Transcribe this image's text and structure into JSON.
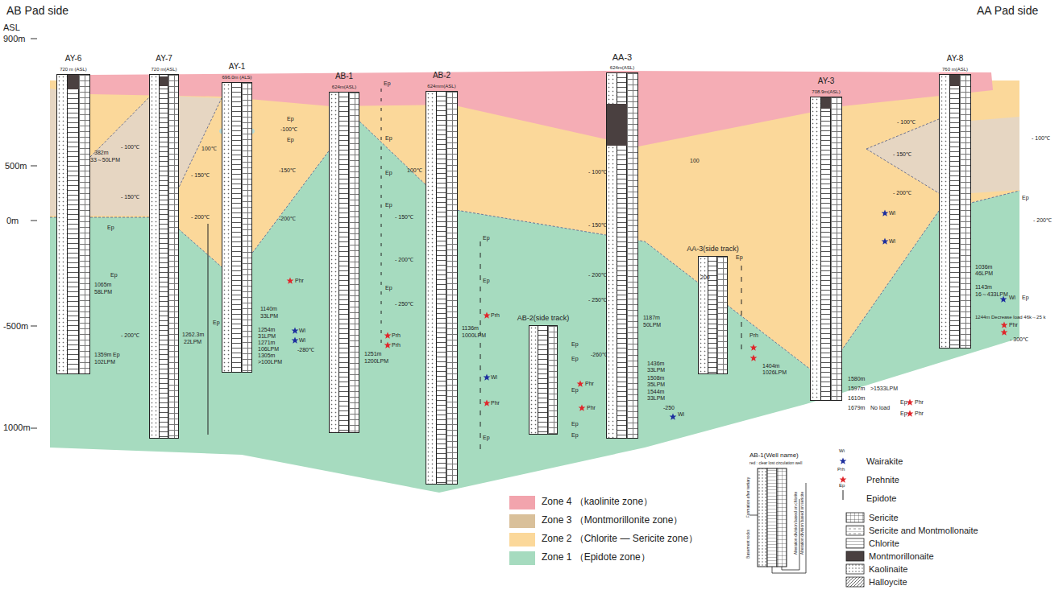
{
  "diagram": {
    "nodes": [
      {
        "text": [
          "AY-6",
          "720 m (ASL)"
        ]
      },
      {
        "text": [
          "AY-7",
          "720 m(ASL)"
        ]
      },
      {
        "text": [
          "AY-1",
          "696.0m (ALS)"
        ]
      },
      {
        "text": [
          "AB-1",
          "624m(ASL)"
        ]
      },
      {
        "text": [
          "AB-2",
          "624mm(ASL)"
        ]
      },
      {
        "text": [
          "AB-2(side track)"
        ]
      },
      {
        "text": [
          "AA-3",
          "624m(ASL)"
        ]
      },
      {
        "text": [
          "AA-3(side track)"
        ]
      },
      {
        "text": [
          "AY-3",
          "708.9m(ASL)"
        ]
      },
      {
        "text": [
          "AY-8",
          "760 m(ASL)"
        ]
      }
    ],
    "edges": [],
    "labels": [
      "AB Pad side",
      "AA Pad side",
      "ASL",
      "900m",
      "500m",
      "0m",
      "-500m",
      "1000m",
      "382m",
      "33～50LPM",
      "- 100℃",
      "- 150℃",
      "Ep",
      "Ep",
      "1065m",
      "58LPM",
      "- 200℃",
      "1359m",
      "102LPM",
      "Ep",
      "100℃",
      "- 150℃",
      "- 200℃",
      "Ep",
      "1262.3m",
      "22LPM",
      "Ep",
      "-100℃",
      "Ep",
      "-150℃",
      "-200℃",
      "Phr",
      "1140m",
      "33LPM",
      "1254m",
      "31LPM",
      "1271m",
      "106LPM",
      "1305m",
      ">100LPM",
      "Wi",
      "Wi",
      "-280℃",
      "Ep",
      "Ep",
      "Ep",
      "100℃",
      "Ep",
      "- 150℃",
      "- 200℃",
      "Ep",
      "- 250℃",
      "Prh",
      "Prh",
      "1251m",
      "1200LPM",
      "Ep",
      "Ep",
      "Prh",
      "1136m",
      "1000LPM",
      "Wi",
      "Phr",
      "Ep",
      "Ep",
      "Ep",
      "Phr",
      "Ep",
      "Phr",
      "Ep",
      "Ep",
      "- 100℃",
      "100",
      "- 150℃",
      "- 200℃",
      "- 250℃",
      "1187m",
      "50LPM",
      "-260℃",
      "1436m",
      "33LPM",
      "1508m",
      "35LPM",
      "1544m",
      "33LPM",
      "-250",
      "Wi",
      "Ep",
      "200",
      "Prh",
      "1404m",
      "1026LPM",
      "Wi",
      "Wi",
      "1580m",
      "1597m",
      ">1533LPM",
      "1610m",
      "1679m",
      "No load",
      "Ep",
      "Phr",
      "Ep",
      "Phr",
      "- 100℃",
      "- 150℃",
      "- 200℃",
      "1036m",
      "46LPM",
      "1143m",
      "16～433LPM",
      "1244m Decrease load 46k→25 k",
      "Wi",
      "Ep",
      "Phr",
      "- 300℃",
      "- 100℃",
      "Ep",
      "- 200℃",
      "Wi",
      "Prh",
      "Ep",
      "AB-1(Well name)",
      "red : clear lost circulation well",
      "Formation after tertiary",
      "Basement rocks",
      "Alteration division based on chlorite",
      "Alteration division based on sericite"
    ],
    "legend": [
      {
        "text": "Zone 4 （kaolinite zone）",
        "color": "#f2a4ad"
      },
      {
        "text": "Zone 3 （Montmorillonite zone）",
        "color": "#d9c09a"
      },
      {
        "text": "Zone 2 （Chlorite — Sericite zone）",
        "color": "#fbd89a"
      },
      {
        "text": "Zone 1 （Epidote zone）",
        "color": "#a6dbbf"
      },
      {
        "text": "Wairakite"
      },
      {
        "text": "Prehnite"
      },
      {
        "text": "Epidote"
      },
      {
        "text": "Sericite"
      },
      {
        "text": "Sericite and Montmollonaite"
      },
      {
        "text": "Chlorite"
      },
      {
        "text": "Montmorillonaite"
      },
      {
        "text": "Kaolinaite"
      },
      {
        "text": "Halloycite"
      }
    ]
  }
}
